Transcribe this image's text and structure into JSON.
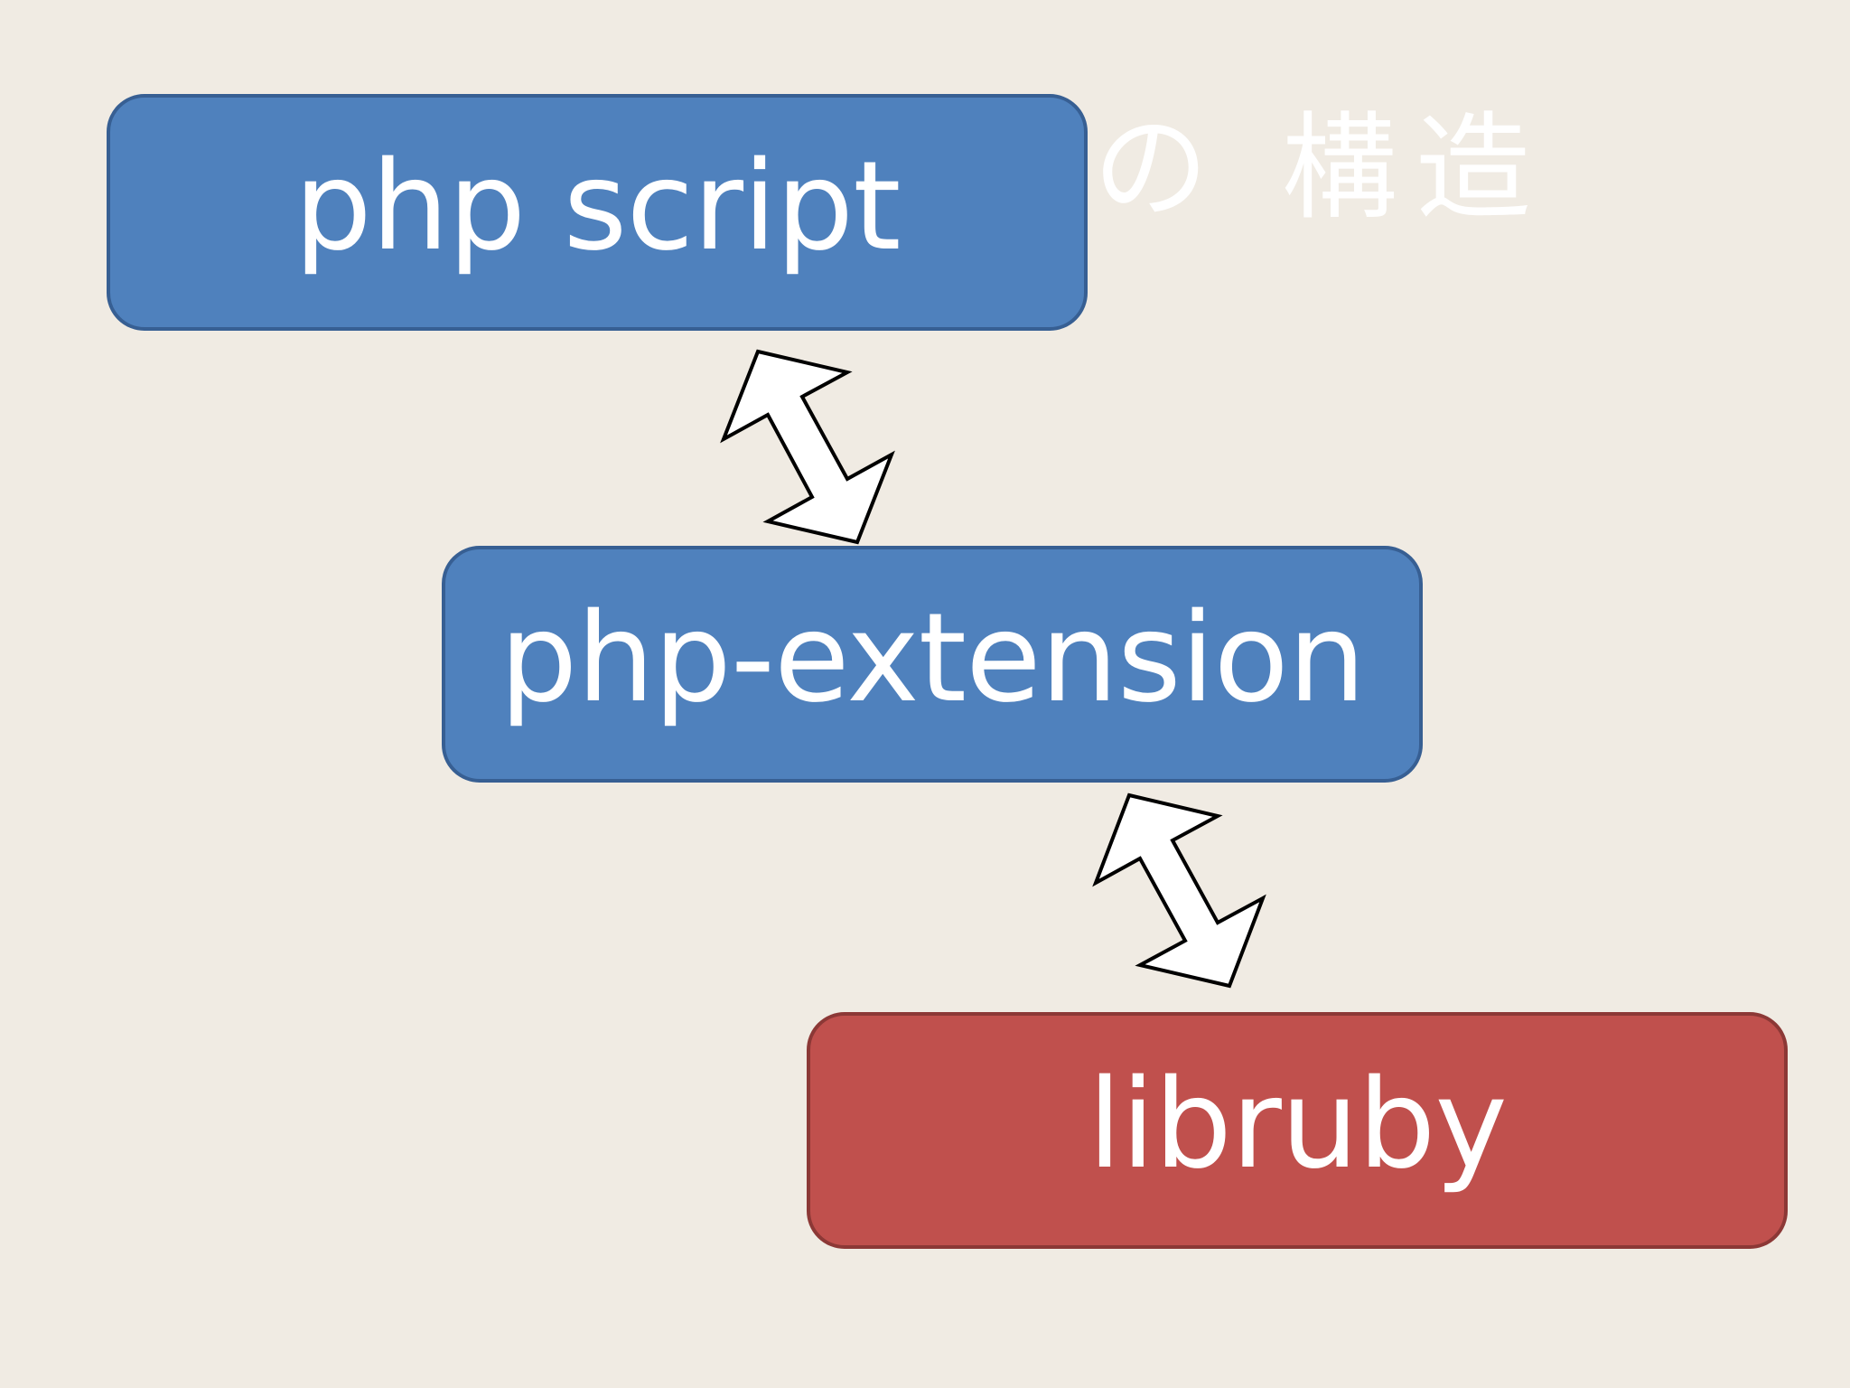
{
  "slide": {
    "title": "の 構造",
    "boxes": [
      {
        "id": "php-script",
        "label": "php script",
        "color": "#4f81bd"
      },
      {
        "id": "php-extension",
        "label": "php-extension",
        "color": "#4f81bd"
      },
      {
        "id": "libruby",
        "label": "libruby",
        "color": "#c0504d"
      }
    ],
    "connectors": [
      {
        "from": "php-script",
        "to": "php-extension",
        "type": "double-headed-arrow"
      },
      {
        "from": "php-extension",
        "to": "libruby",
        "type": "double-headed-arrow"
      }
    ]
  },
  "colors": {
    "background": "#f0ebe3",
    "box_blue": "#4f81bd",
    "box_red": "#c0504d",
    "text": "#ffffff"
  }
}
